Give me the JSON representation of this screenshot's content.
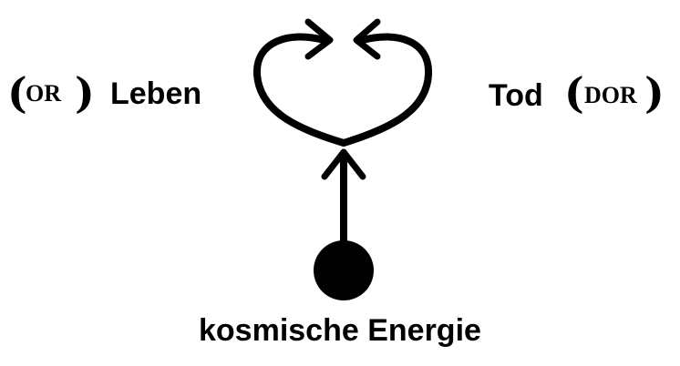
{
  "left_label": {
    "open_paren": "(",
    "abbr": "OR",
    "close_paren": ")",
    "word": "Leben"
  },
  "right_label": {
    "word": "Tod",
    "open_paren": "(",
    "abbr": "DOR",
    "close_paren": ")"
  },
  "bottom_label": "kosmische Energie",
  "colors": {
    "ink": "#000000",
    "background": "#ffffff"
  }
}
